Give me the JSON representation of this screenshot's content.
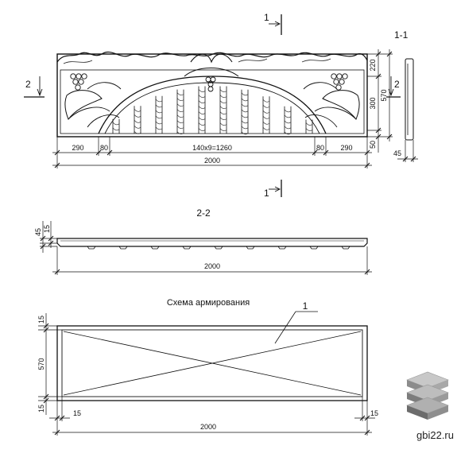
{
  "section_labels": {
    "cut_1_top": "1",
    "cut_1_bottom": "1",
    "cut_2_left": "2",
    "cut_2_right": "2",
    "section_1_1": "1-1",
    "section_2_2": "2-2"
  },
  "front_view": {
    "bottom_dims": [
      "290",
      "80",
      "140x9=1260",
      "80",
      "290"
    ],
    "overall_width": "2000",
    "right_dims": [
      "220",
      "300",
      "50"
    ],
    "overall_height": "570",
    "profile_thickness": "45"
  },
  "section_2_2": {
    "height_dims": [
      "45",
      "15"
    ],
    "overall_width": "2000"
  },
  "reinforcement": {
    "title": "Схема армирования",
    "callout": "1",
    "height": "570",
    "left_top_offset": "15",
    "left_bottom_offset": "15",
    "bottom_left_offset": "15",
    "bottom_right_offset": "15",
    "overall_width": "2000"
  },
  "watermark": {
    "text": "gbi22.ru",
    "logo_icon": "stacked-slabs-logo-icon"
  }
}
